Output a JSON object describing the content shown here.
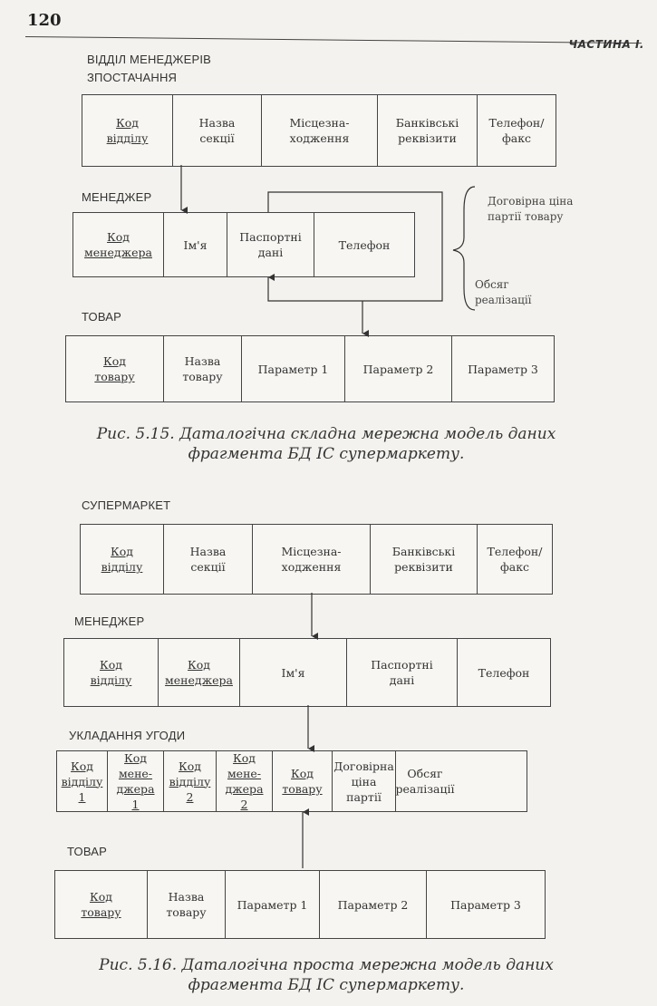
{
  "page": {
    "number": "120",
    "part": "ЧАСТИНА I."
  },
  "fig15": {
    "supply_dept": {
      "label": "ВІДДІЛ МЕНЕДЖЕРІВ\nЗПОСТАЧАННЯ",
      "fields": [
        {
          "text": "Код\nвідділу",
          "key": true
        },
        {
          "text": "Назва\nсекції",
          "key": false
        },
        {
          "text": "Місцезна-\nходження",
          "key": false
        },
        {
          "text": "Банківські\nреквізити",
          "key": false
        },
        {
          "text": "Телефон/\nфакс",
          "key": false
        }
      ]
    },
    "manager": {
      "label": "МЕНЕДЖЕР",
      "fields": [
        {
          "text": "Код\nменеджера",
          "key": true
        },
        {
          "text": "Ім'я",
          "key": false
        },
        {
          "text": "Паспортні\nдані",
          "key": false
        },
        {
          "text": "Телефон",
          "key": false
        }
      ]
    },
    "notes": {
      "contract": "Договірна ціна\nпартії товару",
      "volume": "Обсяг\nреалізації"
    },
    "product": {
      "label": "ТОВАР",
      "fields": [
        {
          "text": "Код\nтовару",
          "key": true
        },
        {
          "text": "Назва\nтовару",
          "key": false
        },
        {
          "text": "Параметр 1",
          "key": false
        },
        {
          "text": "Параметр 2",
          "key": false
        },
        {
          "text": "Параметр 3",
          "key": false
        }
      ]
    },
    "caption": "Рис. 5.15. Даталогічна складна мережна модель даних\nфрагмента БД ІС супермаркету."
  },
  "fig16": {
    "supermarket": {
      "label": "СУПЕРМАРКЕТ",
      "fields": [
        {
          "text": "Код\nвідділу",
          "key": true
        },
        {
          "text": "Назва\nсекції",
          "key": false
        },
        {
          "text": "Місцезна-\nходження",
          "key": false
        },
        {
          "text": "Банківські\nреквізити",
          "key": false
        },
        {
          "text": "Телефон/\nфакс",
          "key": false
        }
      ]
    },
    "manager": {
      "label": "МЕНЕДЖЕР",
      "fields": [
        {
          "text": "Код\nвідділу",
          "key": true
        },
        {
          "text": "Код\nменеджера",
          "key": true
        },
        {
          "text": "Ім'я",
          "key": false
        },
        {
          "text": "Паспортні\nдані",
          "key": false
        },
        {
          "text": "Телефон",
          "key": false
        }
      ]
    },
    "deal": {
      "label": "УКЛАДАННЯ УГОДИ",
      "fields": [
        {
          "text": "Код\nвідділу 1",
          "key": true
        },
        {
          "text": "Код\nмене-\nджера 1",
          "key": true
        },
        {
          "text": "Код\nвідділу 2",
          "key": true
        },
        {
          "text": "Код\nмене-\nджера 2",
          "key": true
        },
        {
          "text": "Код\nтовару",
          "key": true
        },
        {
          "text": "Договірна\nціна партії",
          "key": false
        },
        {
          "text": "Обсяг\nреалізації",
          "key": false
        }
      ]
    },
    "product": {
      "label": "ТОВАР",
      "fields": [
        {
          "text": "Код\nтовару",
          "key": true
        },
        {
          "text": "Назва\nтовару",
          "key": false
        },
        {
          "text": "Параметр 1",
          "key": false
        },
        {
          "text": "Параметр 2",
          "key": false
        },
        {
          "text": "Параметр 3",
          "key": false
        }
      ]
    },
    "caption": "Рис. 5.16. Даталогічна проста мережна модель даних\nфрагмента БД ІС супермаркету."
  }
}
